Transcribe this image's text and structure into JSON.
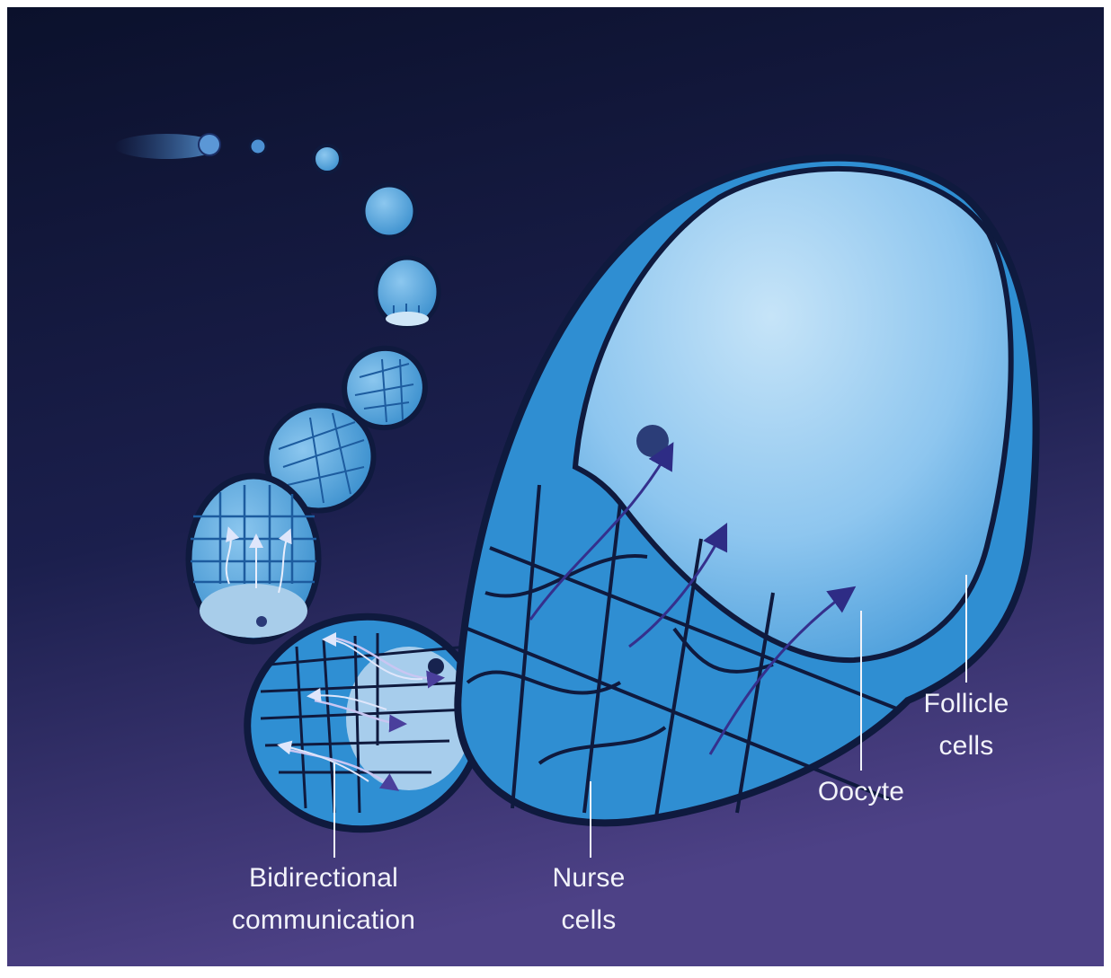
{
  "labels": {
    "bidirectional": [
      "Bidirectional",
      "communication"
    ],
    "nurse": [
      "Nurse",
      "cells"
    ],
    "oocyte": [
      "Oocyte"
    ],
    "follicle": [
      "Follicle",
      "cells"
    ]
  },
  "colors": {
    "bg_top": "#0c1230",
    "bg_bottom": "#4b3f83",
    "cell_blue": "#2c8fd4",
    "cell_light": "#6fb4e8",
    "oocyte_fill": "#a9d3f3",
    "outline": "#0f1a3e",
    "arrow": "#3d3a8f",
    "label_text": "#f2f3fa"
  }
}
